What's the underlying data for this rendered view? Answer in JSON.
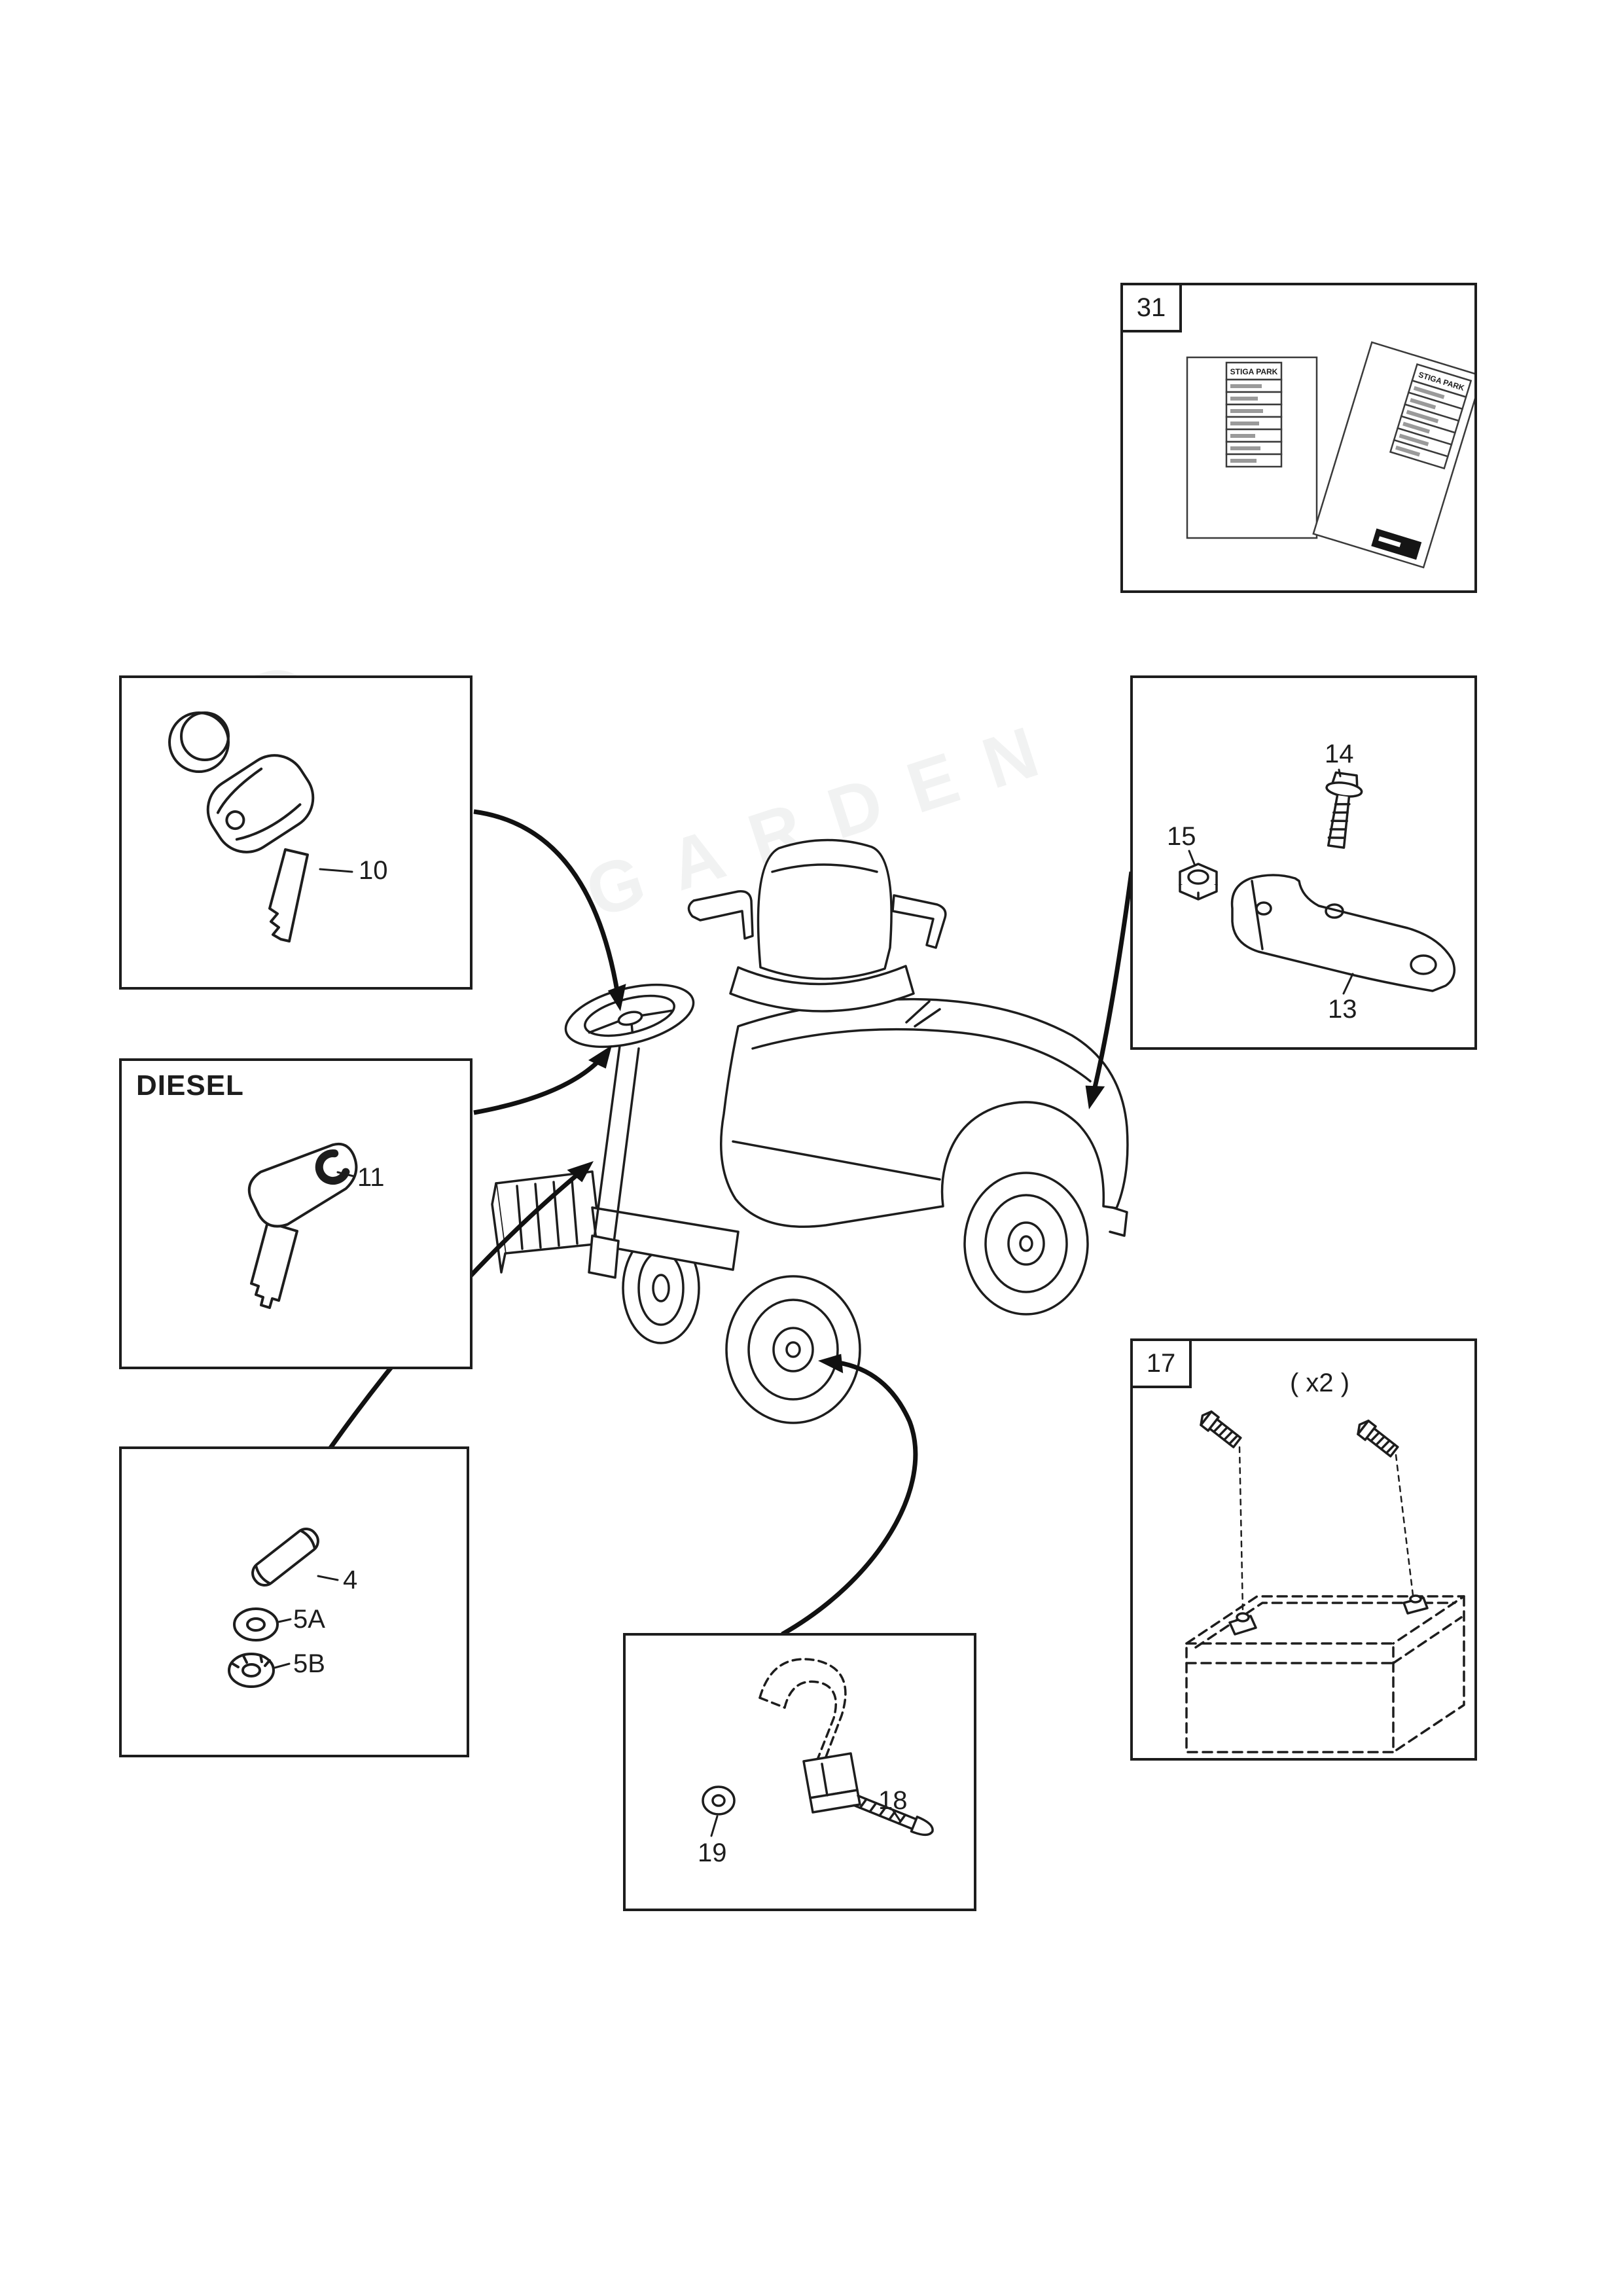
{
  "page": {
    "bg": "#ffffff",
    "ink": "#1d1d1d"
  },
  "watermark": {
    "brand": "GARDEN"
  },
  "decals": {
    "box_number": "31",
    "sticker_a_title": "STIGA PARK",
    "sticker_b_title": "STIGA PARK"
  },
  "ignition_key": {
    "part_label": "10"
  },
  "diesel_key": {
    "heading": "DIESEL",
    "part_label": "11"
  },
  "pin_set": {
    "pin_label": "4",
    "flat_washer_label": "5A",
    "lock_washer_label": "5B"
  },
  "bracket_set": {
    "bolt_label": "14",
    "nut_label": "15",
    "bracket_label": "13"
  },
  "battery": {
    "box_number": "17",
    "quantity_note": "( x2 )"
  },
  "handle_bolt_set": {
    "washer_label": "19",
    "bolt_label": "18"
  }
}
